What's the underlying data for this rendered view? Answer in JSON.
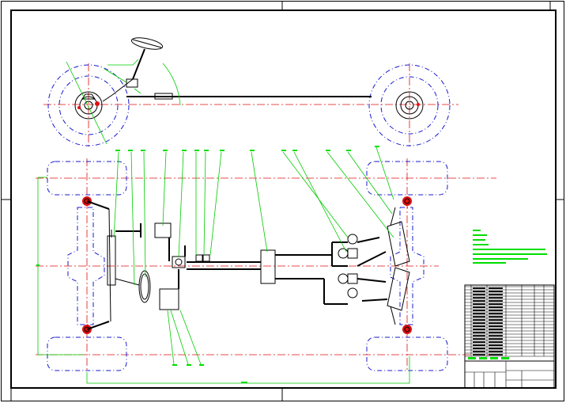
{
  "drawing": {
    "background": "#ffffff",
    "colors": {
      "outline": "#000000",
      "centerline": "#e01010",
      "phantom": "#1a1ad0",
      "leader": "#00cc00",
      "hub": "#e01010"
    }
  },
  "views": [
    {
      "id": "side-view",
      "components": [
        "front-wheel",
        "rear-wheel",
        "steering-wheel",
        "steering-column",
        "tie-rod"
      ]
    },
    {
      "id": "plan-view",
      "components": [
        "front-left-tire",
        "front-right-tire",
        "rear-left-tire",
        "rear-right-tire",
        "front-axle",
        "rear-axle",
        "steering-gear",
        "brake-booster",
        "master-cylinder",
        "reservoir",
        "proportioning-valve",
        "brake-chambers",
        "brake-lines"
      ]
    }
  ],
  "title_block": {
    "rows": 22
  }
}
